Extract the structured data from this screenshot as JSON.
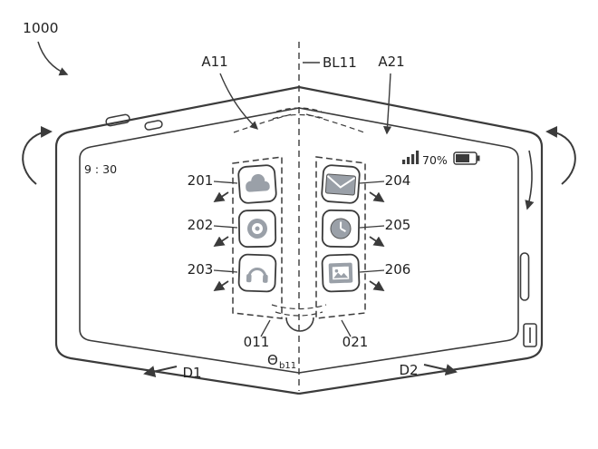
{
  "figure": {
    "device_ref": "1000",
    "labels": {
      "region_left": "A11",
      "boundary_line": "BL11",
      "region_right": "A21",
      "display_left": "011",
      "display_right": "021",
      "angle_symbol": "Θ",
      "angle_subscript": "b11",
      "direction_left": "D1",
      "direction_right": "D2"
    },
    "status_bar": {
      "time": "9 : 30",
      "battery": "70%"
    },
    "app_icons": {
      "left": [
        {
          "ref": "201",
          "icon": "weather-cloud-icon"
        },
        {
          "ref": "202",
          "icon": "camera-lens-icon"
        },
        {
          "ref": "203",
          "icon": "music-headphones-icon"
        }
      ],
      "right": [
        {
          "ref": "204",
          "icon": "mail-icon"
        },
        {
          "ref": "205",
          "icon": "clock-icon"
        },
        {
          "ref": "206",
          "icon": "gallery-icon"
        }
      ]
    },
    "colors": {
      "line": "#3b3b3b",
      "glyph": "#9aa0a8",
      "background": "#ffffff"
    }
  }
}
